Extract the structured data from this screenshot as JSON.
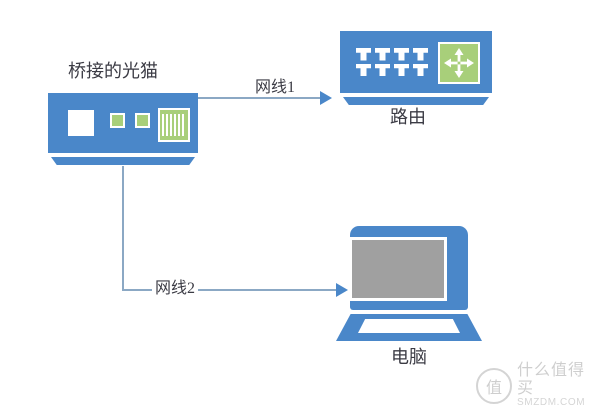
{
  "diagram": {
    "background_color": "#ffffff",
    "device_blue": "#4a87c9",
    "accent_green": "#a8cf7a",
    "line_color": "#8ba8c4",
    "screen_gray": "#a0a0a0",
    "text_color": "#3b3b44"
  },
  "nodes": {
    "modem": {
      "label": "桥接的光猫",
      "icon": "modem-icon"
    },
    "router": {
      "label": "路由",
      "icon": "router-icon",
      "port_count": 8,
      "signal_icon": "four-way-arrows-icon"
    },
    "computer": {
      "label": "电脑",
      "icon": "laptop-icon"
    }
  },
  "connections": [
    {
      "label": "网线1",
      "from": "modem",
      "to": "router",
      "arrow": "arrow-right"
    },
    {
      "label": "网线2",
      "from": "modem",
      "to": "computer",
      "arrow": "arrow-right"
    }
  ],
  "watermark": {
    "logo_glyph": "值",
    "brand_cn": "什么值得买",
    "brand_en": "SMZDM.COM"
  }
}
